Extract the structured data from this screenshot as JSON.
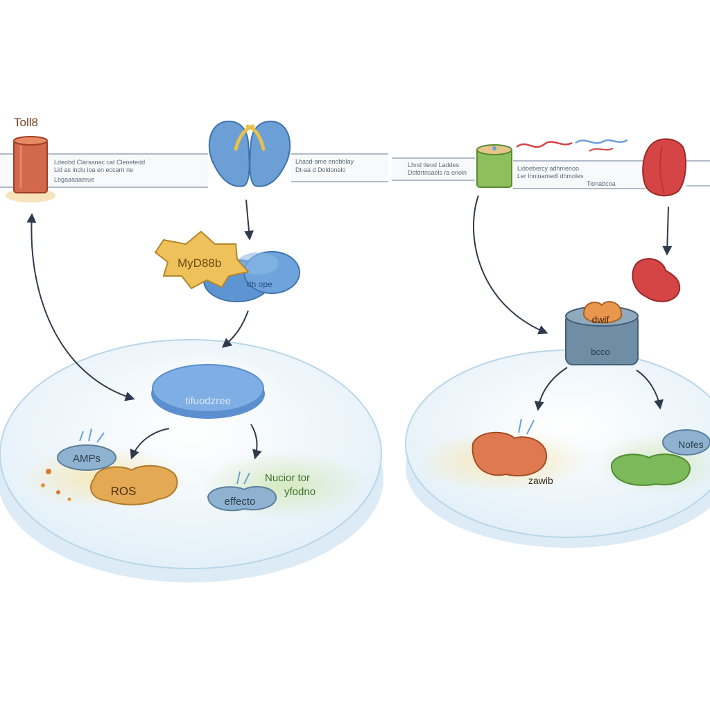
{
  "labels": {
    "toll8": "Toll8",
    "myd88": "MyD88b",
    "myd88_partner": "tth    ope",
    "nucleus_factor": "tifuodzree",
    "amps": "AMPs",
    "ros": "ROS",
    "effector": "effecto",
    "effector_note_line1": "Nucior tor",
    "effector_note_line2": "yfodno",
    "right_complex": "dwif",
    "right_complex_sub": "bcco",
    "right_effector_orange": "zawib",
    "right_effector_green": "Nofes"
  },
  "membrane_text": {
    "segment1_line1": "Ldeobd   Clarsanac  cat  Cleoetedd",
    "segment1_line2": "Lid as   inclu  ioa  en  eccarn ne",
    "segment1_line3": "Lbgaaaaaerue",
    "segment2_line1": "Lhasd-ame  enobblay",
    "segment2_line2": "Dt-aa  d  Doldonelo",
    "segment3_line1": "Lhnd   tleod  Laddes",
    "segment3_line2": "Dsfdrtnsaels  ra onoln",
    "segment4_line1": "Lidoebercy   adhmenoo",
    "segment4_line2": "Ler  lnniuamedl  dhmoles",
    "segment4_line3": "Tionabcoa"
  },
  "colors": {
    "toll_receptor": "#d2694a",
    "dimer_receptor": "#6b9fd6",
    "myd88": "#efc15a",
    "nucleus_fill": "#eaf4fb",
    "nucleus_edge": "#b8d6e8",
    "ros": "#e3a954",
    "amps": "#8eb2cf",
    "green_receptor": "#8dbf5c",
    "red_receptor": "#d54545",
    "proteasome": "#6f8ea6",
    "orange_effector": "#df7a50",
    "green_effector": "#7cb95a",
    "arrow": "#2f3b4c"
  }
}
